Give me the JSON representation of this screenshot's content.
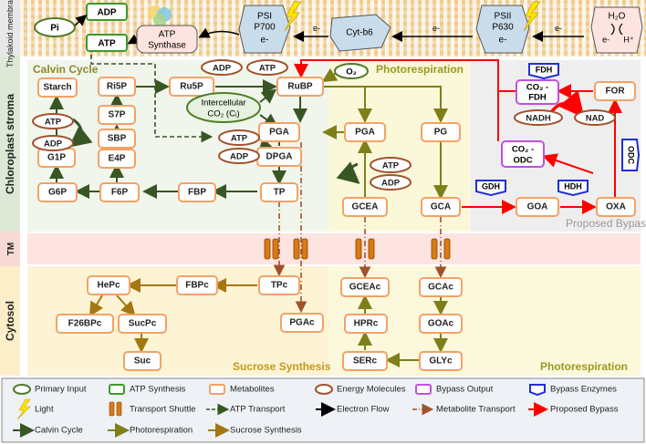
{
  "side_labels": {
    "thylakoid": "Thylakoid membrane",
    "stroma": "Chloroplast stroma",
    "tm": "TM",
    "cytosol": "Cytosol"
  },
  "regions": {
    "calvin": "Calvin Cycle",
    "photoresp_top": "Photorespiration",
    "bypass": "Proposed Bypass",
    "sucrose": "Sucrose Synthesis",
    "photoresp_bottom": "Photorespiration"
  },
  "thylakoid": {
    "pi": "Pi",
    "adp": "ADP",
    "atp": "ATP",
    "atp_synthase_1": "ATP",
    "atp_synthase_2": "Synthase",
    "psi_1": "PSI",
    "psi_2": "P700",
    "psi_3": "e-",
    "cytb6": "Cyt-b6",
    "psii_1": "PSII",
    "psii_2": "P630",
    "psii_3": "e-",
    "electron": "e-",
    "water": "H₂O",
    "water_e": "e-",
    "water_h": "H⁺"
  },
  "metabolites": {
    "starch": "Starch",
    "ri5p": "Ri5P",
    "ru5p": "Ru5P",
    "rubp": "RuBP",
    "s7p": "S7P",
    "sbp": "SBP",
    "e4p": "E4P",
    "g1p": "G1P",
    "g6p": "G6P",
    "f6p": "F6P",
    "fbp": "FBP",
    "pga": "PGA",
    "dpga": "DPGA",
    "tp": "TP",
    "pga2": "PGA",
    "gcea": "GCEA",
    "pg": "PG",
    "gca": "GCA",
    "goa": "GOA",
    "oxa": "OXA",
    "for": "FOR",
    "hepc": "HePc",
    "fbpc": "FBPc",
    "tpc": "TPc",
    "f26bpc": "F26BPc",
    "sucpc": "SucPc",
    "suc": "Suc",
    "pgac": "PGAc",
    "gceac": "GCEAc",
    "hprc": "HPRc",
    "serc": "SERc",
    "gcac": "GCAc",
    "goac": "GOAc",
    "glyc": "GLYc"
  },
  "energy": {
    "adp_ru5p": "ADP",
    "atp_ru5p": "ATP",
    "atp_starch": "ATP",
    "adp_starch": "ADP",
    "atp_pga": "ATP",
    "adp_pga": "ADP",
    "atp_gcea": "ATP",
    "adp_gcea": "ADP",
    "nadh": "NADH",
    "nad": "NAD"
  },
  "primary_inputs": {
    "o2": "O₂",
    "ci_1": "Intercellular",
    "ci_2": "CO₂ (Cᵢ)"
  },
  "bypass_outputs": {
    "co2_fdh_1": "CO₂ -",
    "co2_fdh_2": "FDH",
    "co2_odc_1": "CO₂ -",
    "co2_odc_2": "ODC"
  },
  "bypass_enzymes": {
    "fdh": "FDH",
    "odc": "ODC",
    "gdh": "GDH",
    "hdh": "HDH"
  },
  "legend": {
    "primary_input": "Primary Input",
    "atp_synthesis": "ATP Synthesis",
    "metabolites": "Metabolites",
    "energy_molecules": "Energy Molecules",
    "bypass_output": "Bypass Output",
    "bypass_enzymes": "Bypass Enzymes",
    "light": "Light",
    "transport_shuttle": "Transport Shuttle",
    "atp_transport": "ATP Transport",
    "electron_flow": "Electron  Flow",
    "metabolite_transport": "Metabolite Transport",
    "proposed_bypass": "Proposed Bypass",
    "calvin_cycle": "Calvin Cycle",
    "photorespiration": "Photorespiration",
    "sucrose_synthesis": "Sucrose Synthesis"
  },
  "colors": {
    "calvin": "#375623",
    "photoresp": "#7f7f1a",
    "sucrose": "#a57712",
    "bypass": "#ff0000",
    "electron": "#000000",
    "metabolite_transport": "#a0522d",
    "metabolite_border": "#f3a265",
    "energy_border": "#a0522d",
    "primary_input": "#4f7b2a",
    "atp_synthesis": "#3b9a2c",
    "bypass_output": "#c04fe0",
    "bypass_enzyme": "#1f2fd6"
  }
}
